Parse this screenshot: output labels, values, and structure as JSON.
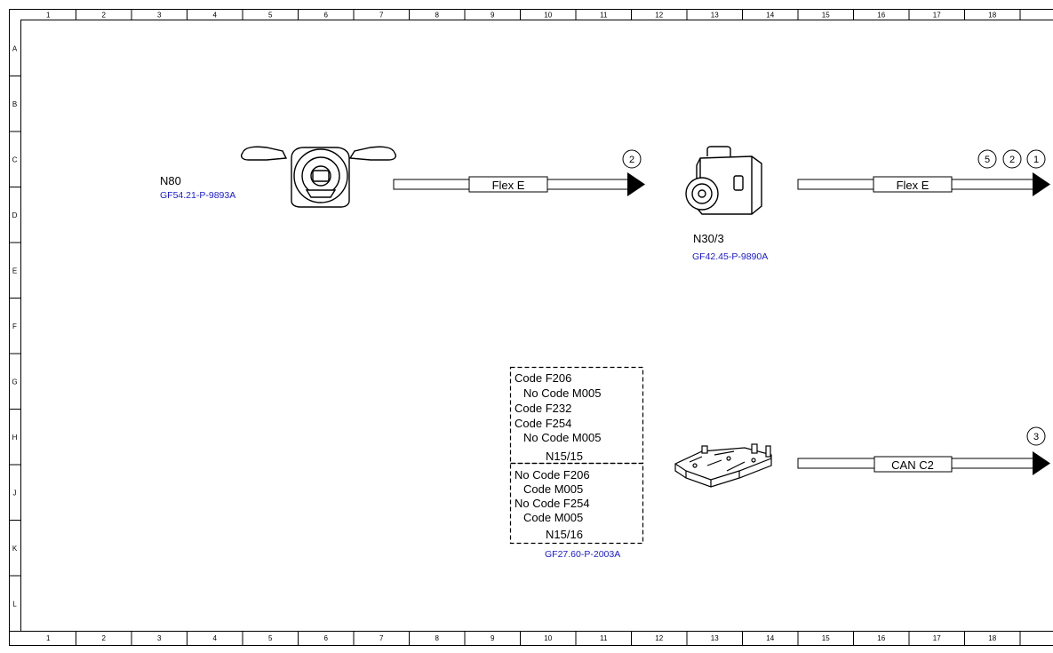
{
  "ruler": {
    "columns": [
      "1",
      "2",
      "3",
      "4",
      "5",
      "6",
      "7",
      "8",
      "9",
      "10",
      "11",
      "12",
      "13",
      "14",
      "15",
      "16",
      "17",
      "18"
    ],
    "rows": [
      "A",
      "B",
      "C",
      "D",
      "E",
      "F",
      "G",
      "H",
      "J",
      "K",
      "L"
    ]
  },
  "components": {
    "n80": {
      "label": "N80",
      "ref": "GF54.21-P-9893A"
    },
    "n30_3": {
      "label": "N30/3",
      "ref": "GF42.45-P-9890A"
    },
    "n15": {
      "ref": "GF27.60-P-2003A"
    }
  },
  "buses": {
    "bus1": {
      "label": "Flex E",
      "marks": [
        "2"
      ]
    },
    "bus2": {
      "label": "Flex E",
      "marks": [
        "5",
        "2",
        "1"
      ]
    },
    "bus3": {
      "label": "CAN C2",
      "marks": [
        "3"
      ]
    }
  },
  "code_box": {
    "upper": [
      "Code F206",
      "No Code M005",
      "Code F232",
      "Code F254",
      "No Code M005"
    ],
    "upper_label": "N15/15",
    "lower": [
      "No Code F206",
      "Code M005",
      "No Code F254",
      "Code M005"
    ],
    "lower_label": "N15/16"
  }
}
